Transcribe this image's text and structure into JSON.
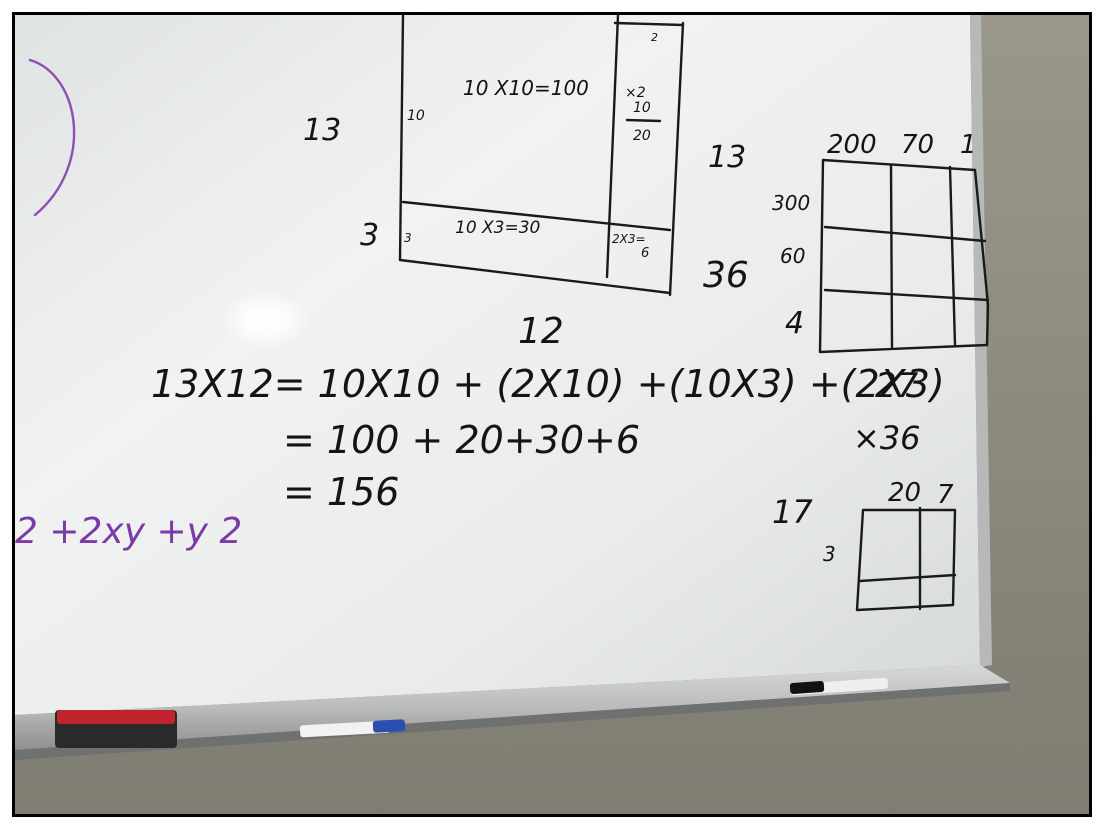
{
  "board": {
    "area_model_13x12": {
      "top_cell": "10 X10=100",
      "right_top_small": "2",
      "right_top_calc_1": "×2",
      "right_top_calc_2": "10",
      "right_top_calc_3": "20",
      "left_top_label": "10",
      "bottom_cell": "10 X3=30",
      "bottom_right_1": "2X3=",
      "bottom_right_2": "6",
      "bottom_left_small": "3",
      "row_label_13": "13",
      "row_label_3": "3",
      "col_label_12": "12"
    },
    "equation": {
      "line1": "13X12=  10X10 + (2X10) +(10X3) +(2X3)",
      "line2": "= 100 + 20+30+6",
      "line3": "= 156"
    },
    "purple_expression": "2 +2xy +y 2",
    "area_model_13x36": {
      "left_13": "13",
      "left_36": "36",
      "top_labels": [
        "200",
        "70",
        "1"
      ],
      "row_labels": [
        "300",
        "60",
        "4"
      ]
    },
    "multiplication": {
      "top": "27",
      "bottom": "×36"
    },
    "area_model_17": {
      "left": "17",
      "top_labels": [
        "20",
        "7"
      ],
      "row_label": "3"
    }
  }
}
